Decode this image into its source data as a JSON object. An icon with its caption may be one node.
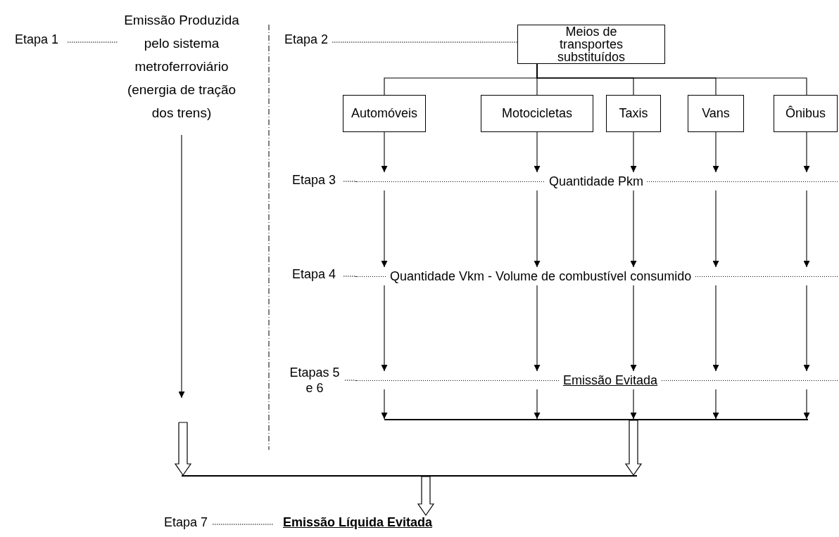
{
  "diagram": {
    "nodes": [
      {
        "text": [
          "Etapa 1"
        ]
      },
      {
        "text": [
          "Emissão Produzida pelo sistema metroferroviário (energia de tração dos trens)"
        ]
      },
      {
        "text": [
          "Etapa 2"
        ]
      },
      {
        "text": [
          "Meios de transportes substituídos"
        ]
      },
      {
        "text": [
          "Automóveis"
        ]
      },
      {
        "text": [
          "Motocicletas"
        ]
      },
      {
        "text": [
          "Taxis"
        ]
      },
      {
        "text": [
          "Vans"
        ]
      },
      {
        "text": [
          "Ônibus"
        ]
      },
      {
        "text": [
          "Etapa 3"
        ]
      },
      {
        "text": [
          "Quantidade Pkm"
        ]
      },
      {
        "text": [
          "Etapa 4"
        ]
      },
      {
        "text": [
          "Quantidade Vkm - Volume de combustível consumido"
        ]
      },
      {
        "text": [
          "Etapas 5 e 6"
        ]
      },
      {
        "text": [
          "Emissão Evitada"
        ]
      },
      {
        "text": [],
        "shape": "bar"
      },
      {
        "text": [],
        "shape": "bar"
      },
      {
        "text": [
          "Etapa 7"
        ]
      },
      {
        "text": [
          "Emissão Líquida Evitada"
        ]
      }
    ],
    "edges": [
      {
        "from": 0,
        "to": 1,
        "arrow": "none",
        "style": "dashed"
      },
      {
        "from": 2,
        "to": 3,
        "arrow": "none",
        "style": "dashed"
      },
      {
        "from": 3,
        "to": 4,
        "arrow": "none"
      },
      {
        "from": 3,
        "to": 5,
        "arrow": "none"
      },
      {
        "from": 3,
        "to": 6,
        "arrow": "none"
      },
      {
        "from": 3,
        "to": 7,
        "arrow": "none"
      },
      {
        "from": 3,
        "to": 8,
        "arrow": "none"
      },
      {
        "from": 4,
        "to": 10,
        "arrow": "to"
      },
      {
        "from": 5,
        "to": 10,
        "arrow": "to"
      },
      {
        "from": 6,
        "to": 10,
        "arrow": "to"
      },
      {
        "from": 7,
        "to": 10,
        "arrow": "to"
      },
      {
        "from": 8,
        "to": 10,
        "arrow": "to"
      },
      {
        "from": 10,
        "to": 12,
        "arrow": "to"
      },
      {
        "from": 10,
        "to": 12,
        "arrow": "to"
      },
      {
        "from": 10,
        "to": 12,
        "arrow": "to"
      },
      {
        "from": 10,
        "to": 12,
        "arrow": "to"
      },
      {
        "from": 10,
        "to": 12,
        "arrow": "to"
      },
      {
        "from": 12,
        "to": 14,
        "arrow": "to"
      },
      {
        "from": 12,
        "to": 14,
        "arrow": "to"
      },
      {
        "from": 12,
        "to": 14,
        "arrow": "to"
      },
      {
        "from": 12,
        "to": 14,
        "arrow": "to"
      },
      {
        "from": 12,
        "to": 14,
        "arrow": "to"
      },
      {
        "from": 9,
        "to": 10,
        "arrow": "none",
        "style": "dashed"
      },
      {
        "from": 11,
        "to": 12,
        "arrow": "none",
        "style": "dashed"
      },
      {
        "from": 13,
        "to": 14,
        "arrow": "none",
        "style": "dashed"
      },
      {
        "from": 14,
        "to": 15,
        "arrow": "to"
      },
      {
        "from": 14,
        "to": 15,
        "arrow": "to"
      },
      {
        "from": 14,
        "to": 15,
        "arrow": "to"
      },
      {
        "from": 14,
        "to": 15,
        "arrow": "to"
      },
      {
        "from": 14,
        "to": 15,
        "arrow": "to"
      },
      {
        "from": 15,
        "to": 16,
        "arrow": "to",
        "style": "thick"
      },
      {
        "from": 1,
        "to": null,
        "arrow": "to"
      },
      {
        "from": null,
        "to": 16,
        "arrow": "to",
        "style": "thick"
      },
      {
        "from": 16,
        "to": 18,
        "arrow": "to",
        "style": "thick"
      },
      {
        "from": 17,
        "to": 18,
        "arrow": "none",
        "style": "dashed"
      }
    ]
  }
}
